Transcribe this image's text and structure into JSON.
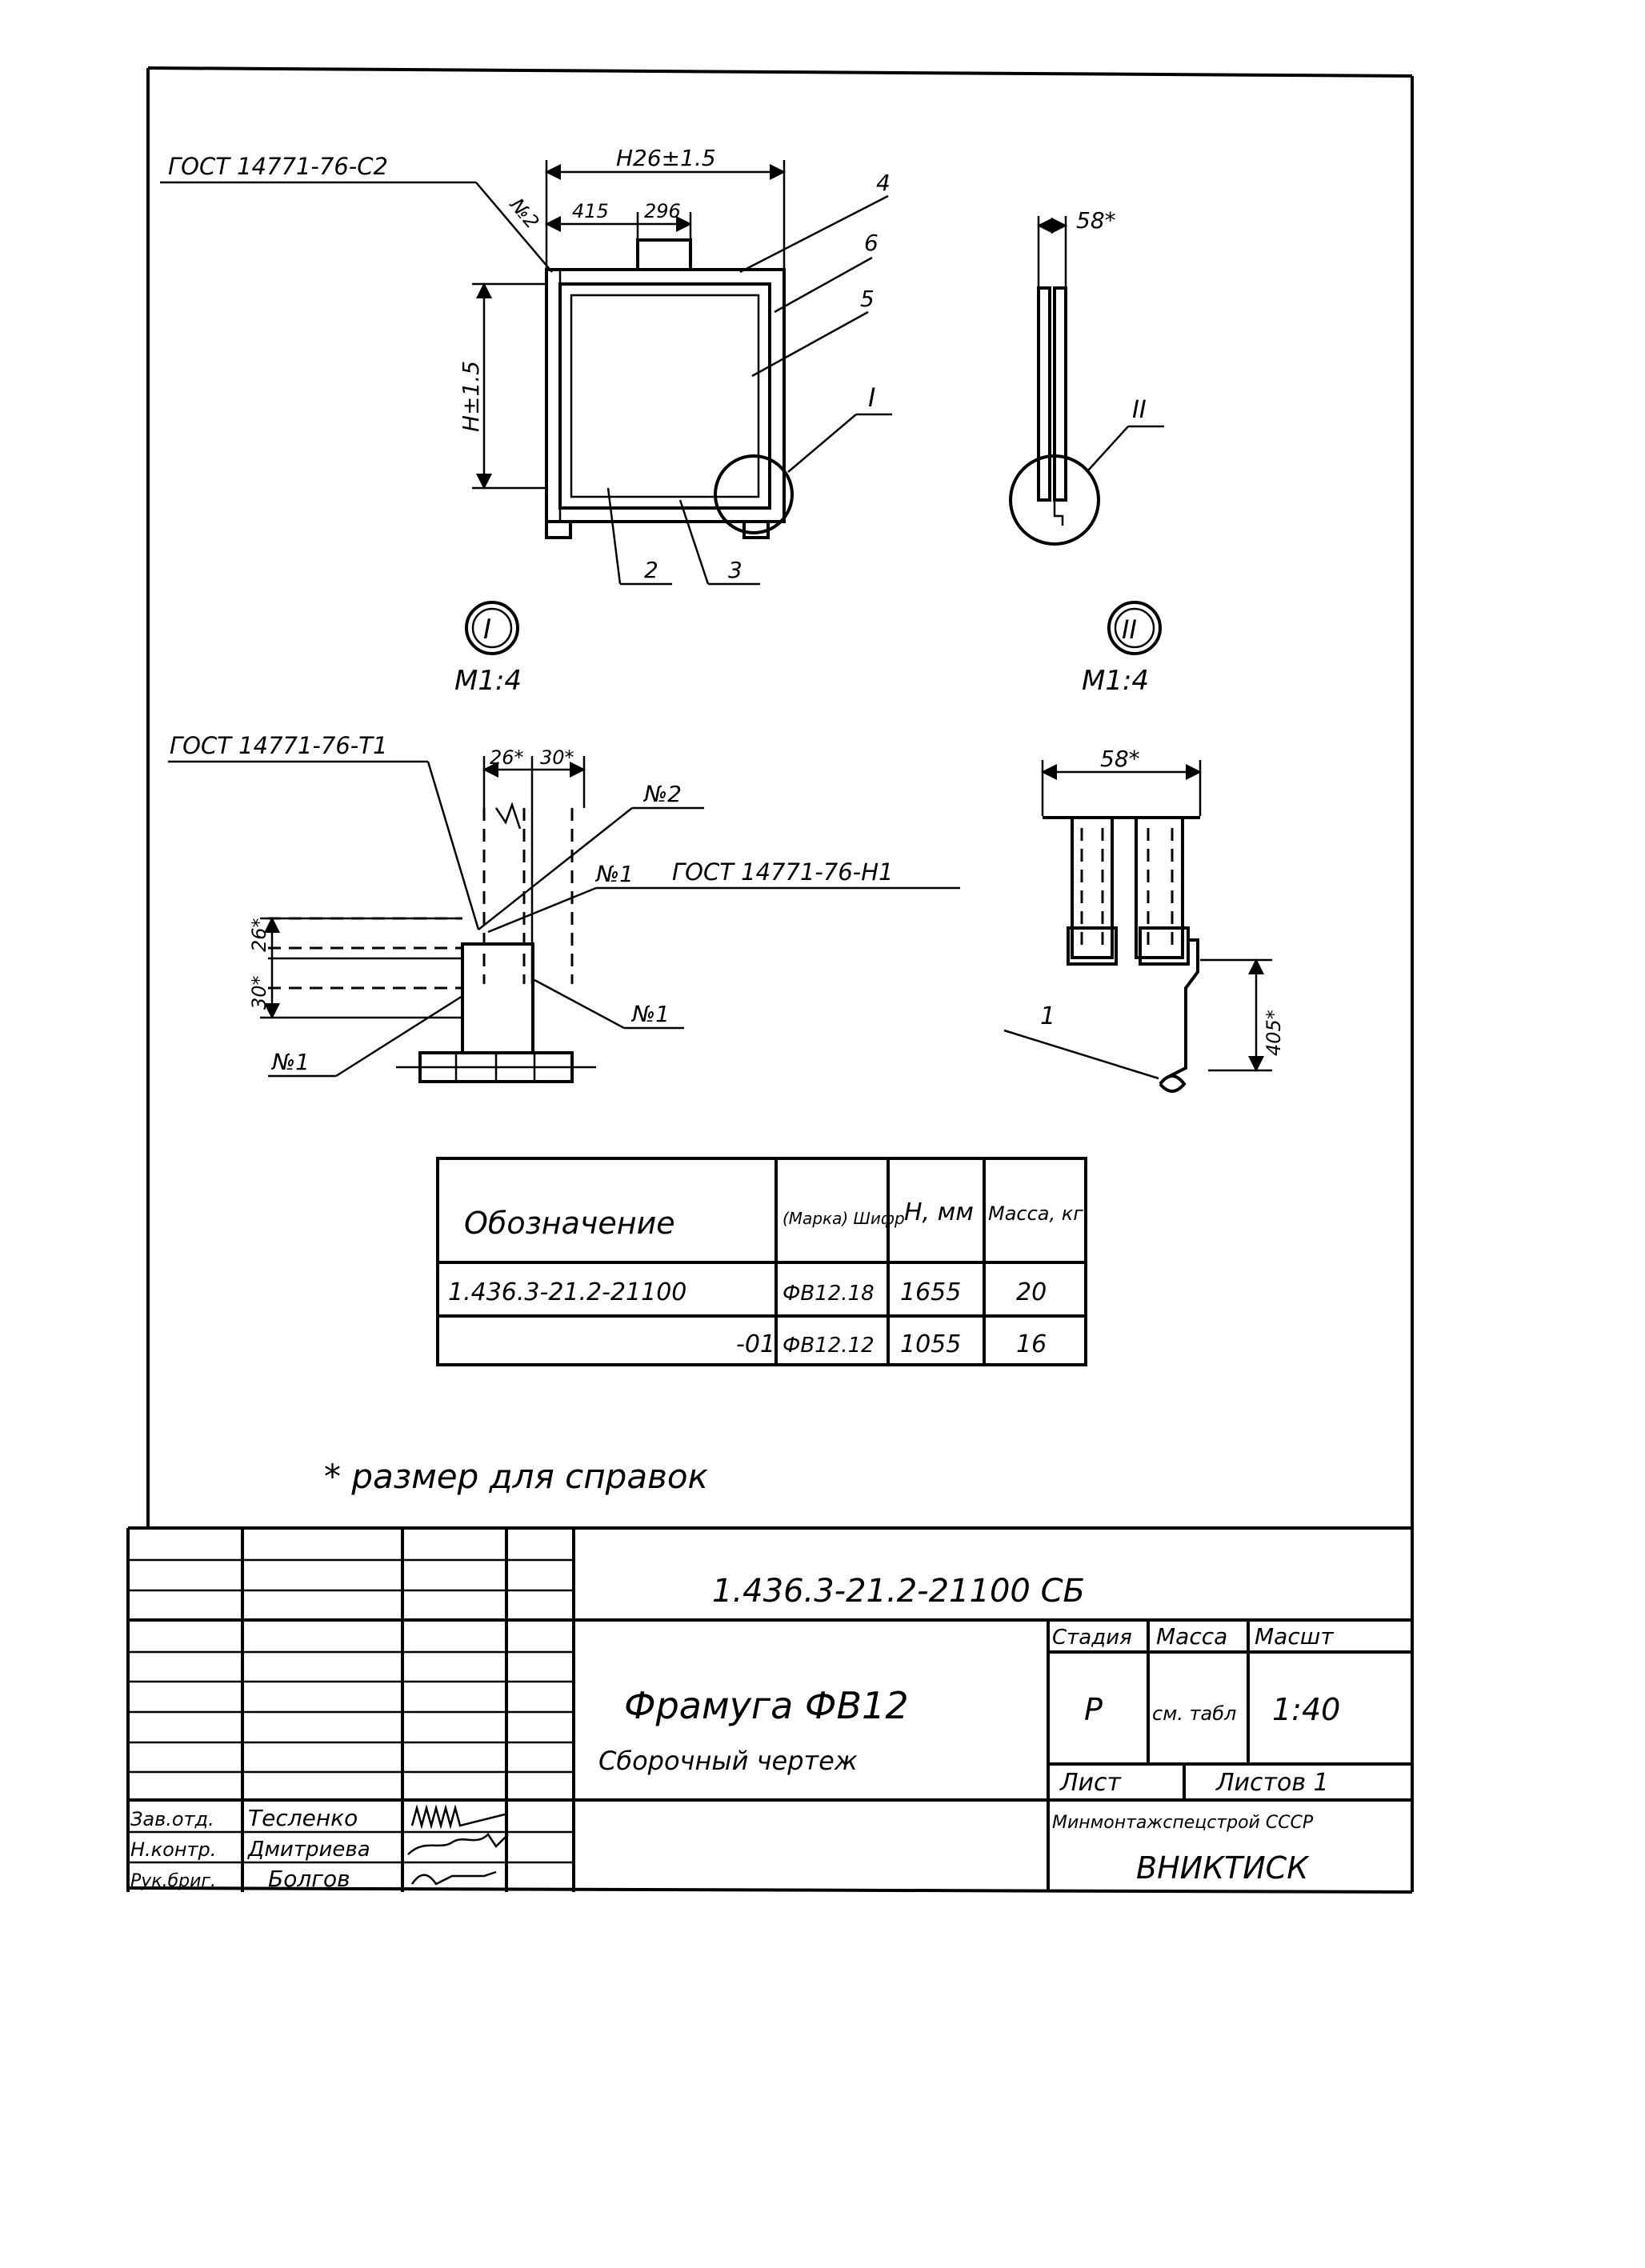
{
  "drawing": {
    "view_a": {
      "gost": "ГОСТ 14771-76-С2",
      "dim_width": "H26±1.5",
      "dim_415": "415",
      "dim_296": "296",
      "dim_height": "H±1.5",
      "weld_n2": "№2",
      "leaders": [
        "4",
        "6",
        "5",
        "I",
        "2",
        "3"
      ]
    },
    "view_b": {
      "dim_58": "58*",
      "section_label": "II"
    },
    "callout_1": {
      "roman": "I",
      "scale": "M1:4"
    },
    "callout_2": {
      "roman": "II",
      "scale": "M1:4"
    },
    "detail_1": {
      "gost_t1": "ГОСТ 14771-76-Т1",
      "gost_h1": "ГОСТ 14771-76-Н1",
      "dim_26": "26*",
      "dim_30": "30*",
      "dim_v26": "26*",
      "dim_v30": "30*",
      "weld_n2": "№2",
      "weld_n1_top": "№1",
      "weld_n1_right": "№1",
      "weld_n1_left": "№1"
    },
    "detail_2": {
      "dim_58": "58*",
      "dim_405": "405*",
      "leader_1": "1"
    }
  },
  "spec_table": {
    "headers": [
      "Обозначение",
      "(Марка) Шифр",
      "Н, мм",
      "Масса, кг"
    ],
    "rows": [
      [
        "1.436.3-21.2-21100",
        "ФВ12.18",
        "1655",
        "20"
      ],
      [
        "-01",
        "ФВ12.12",
        "1055",
        "16"
      ]
    ]
  },
  "note": "* размер для справок",
  "title_block": {
    "doc_code": "1.436.3-21.2-21100 СБ",
    "title_line1": "Фрамуга ФВ12",
    "title_line2": "Сборочный чертеж",
    "stage_header": "Стадия",
    "mass_header": "Масса",
    "scale_header": "Масшт",
    "stage": "Р",
    "mass": "см. табл",
    "scale": "1:40",
    "sheet": "Лист",
    "sheets": "Листов 1",
    "org1": "Минмонтажспецстрой СССР",
    "org2": "ВНИКТИСК",
    "signers": [
      {
        "role": "Зав.отд.",
        "name": "Тесленко"
      },
      {
        "role": "Н.контр.",
        "name": "Дмитриева"
      },
      {
        "role": "Рук.бриг.",
        "name": "Болгов"
      }
    ]
  }
}
